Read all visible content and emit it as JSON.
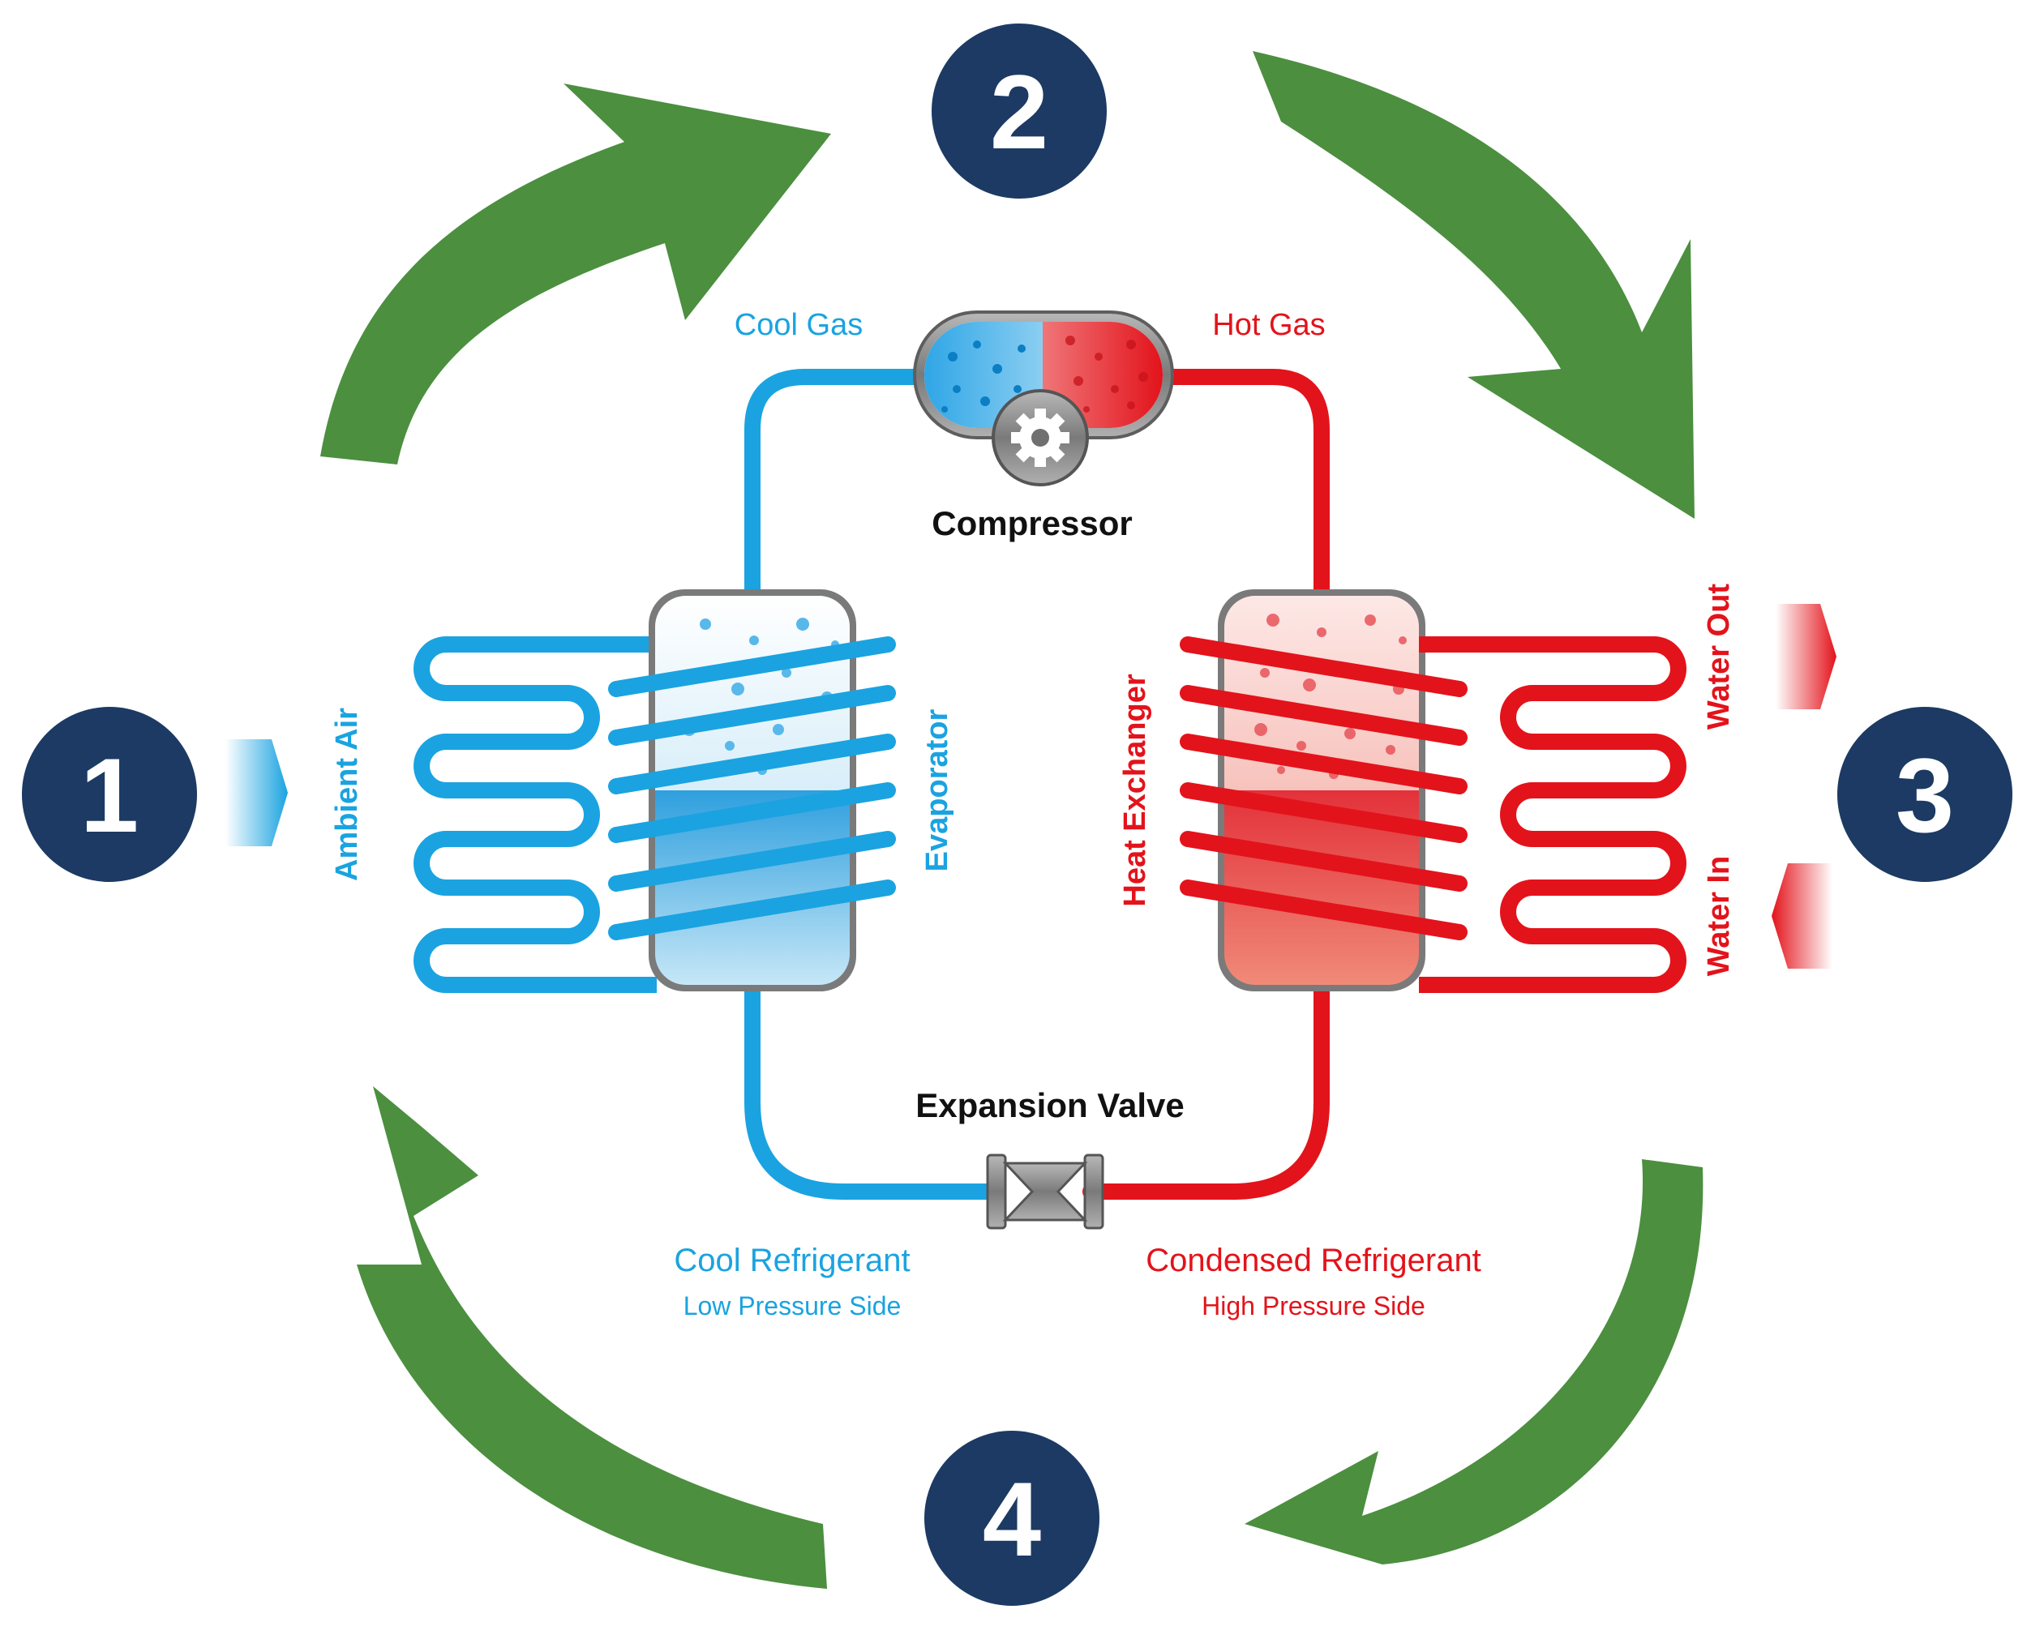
{
  "colors": {
    "navy": "#1c3a63",
    "green": "#4b8f3f",
    "blue": "#1aa3e0",
    "red": "#e3131b",
    "dark": "#111111",
    "steel": "#6f6f6f"
  },
  "steps": [
    "1",
    "2",
    "3",
    "4"
  ],
  "labels": {
    "cool_gas": "Cool Gas",
    "hot_gas": "Hot Gas",
    "compressor": "Compressor",
    "ambient_air": "Ambient Air",
    "evaporator": "Evaporator",
    "heat_exchanger": "Heat Exchanger",
    "water_out": "Water Out",
    "water_in": "Water In",
    "expansion_valve": "Expansion Valve",
    "cool_refrigerant": "Cool Refrigerant",
    "low_pressure_side": "Low Pressure Side",
    "condensed_refrigerant": "Condensed Refrigerant",
    "high_pressure_side": "High Pressure Side"
  },
  "icons": {
    "cycle_arrows": "curved-arrow-icon",
    "compressor": "gear-icon",
    "valve": "valve-icon",
    "flow": "chevron-arrow-icon"
  }
}
